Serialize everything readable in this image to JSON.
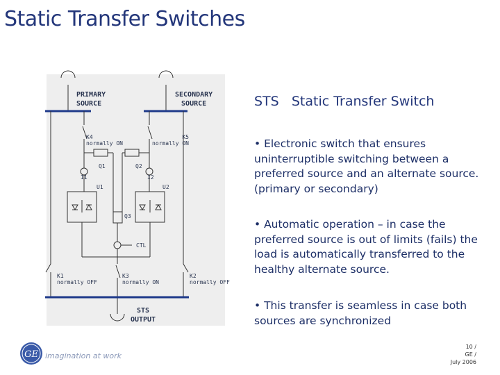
{
  "title": "Static Transfer Switches",
  "diagram": {
    "primary_source": "PRIMARY\nSOURCE",
    "secondary_source": "SECONDARY\nSOURCE",
    "k4": "K4\nnormally ON",
    "k5": "K5\nnormally ON",
    "q1": "Q1",
    "q2": "Q2",
    "i1": "I1",
    "i2": "I2",
    "u1": "U1",
    "u2": "U2",
    "q3": "Q3",
    "ctl": "CTL",
    "k1": "K1\nnormally OFF",
    "k3": "K3\nnormally ON",
    "k2": "K2\nnormally OFF",
    "output": "STS\nOUTPUT"
  },
  "right": {
    "heading": "STS   Static Transfer Switch",
    "bullets": [
      "• Electronic switch that ensures uninterruptible switching between a preferred source and an alternate source. (primary or  secondary)",
      "• Automatic operation – in case the preferred source is out of limits (fails) the load is automatically transferred to the healthy alternate source.",
      "• This transfer is seamless in case both sources are synchronized"
    ]
  },
  "footer": {
    "page": "10 /",
    "company": "GE /",
    "date": "July 2006",
    "logo_tagline": "imagination at work"
  },
  "colors": {
    "title": "#23367a",
    "text": "#1c2e66",
    "panel": "#eeeeee",
    "bus": "#1f3a8a"
  }
}
